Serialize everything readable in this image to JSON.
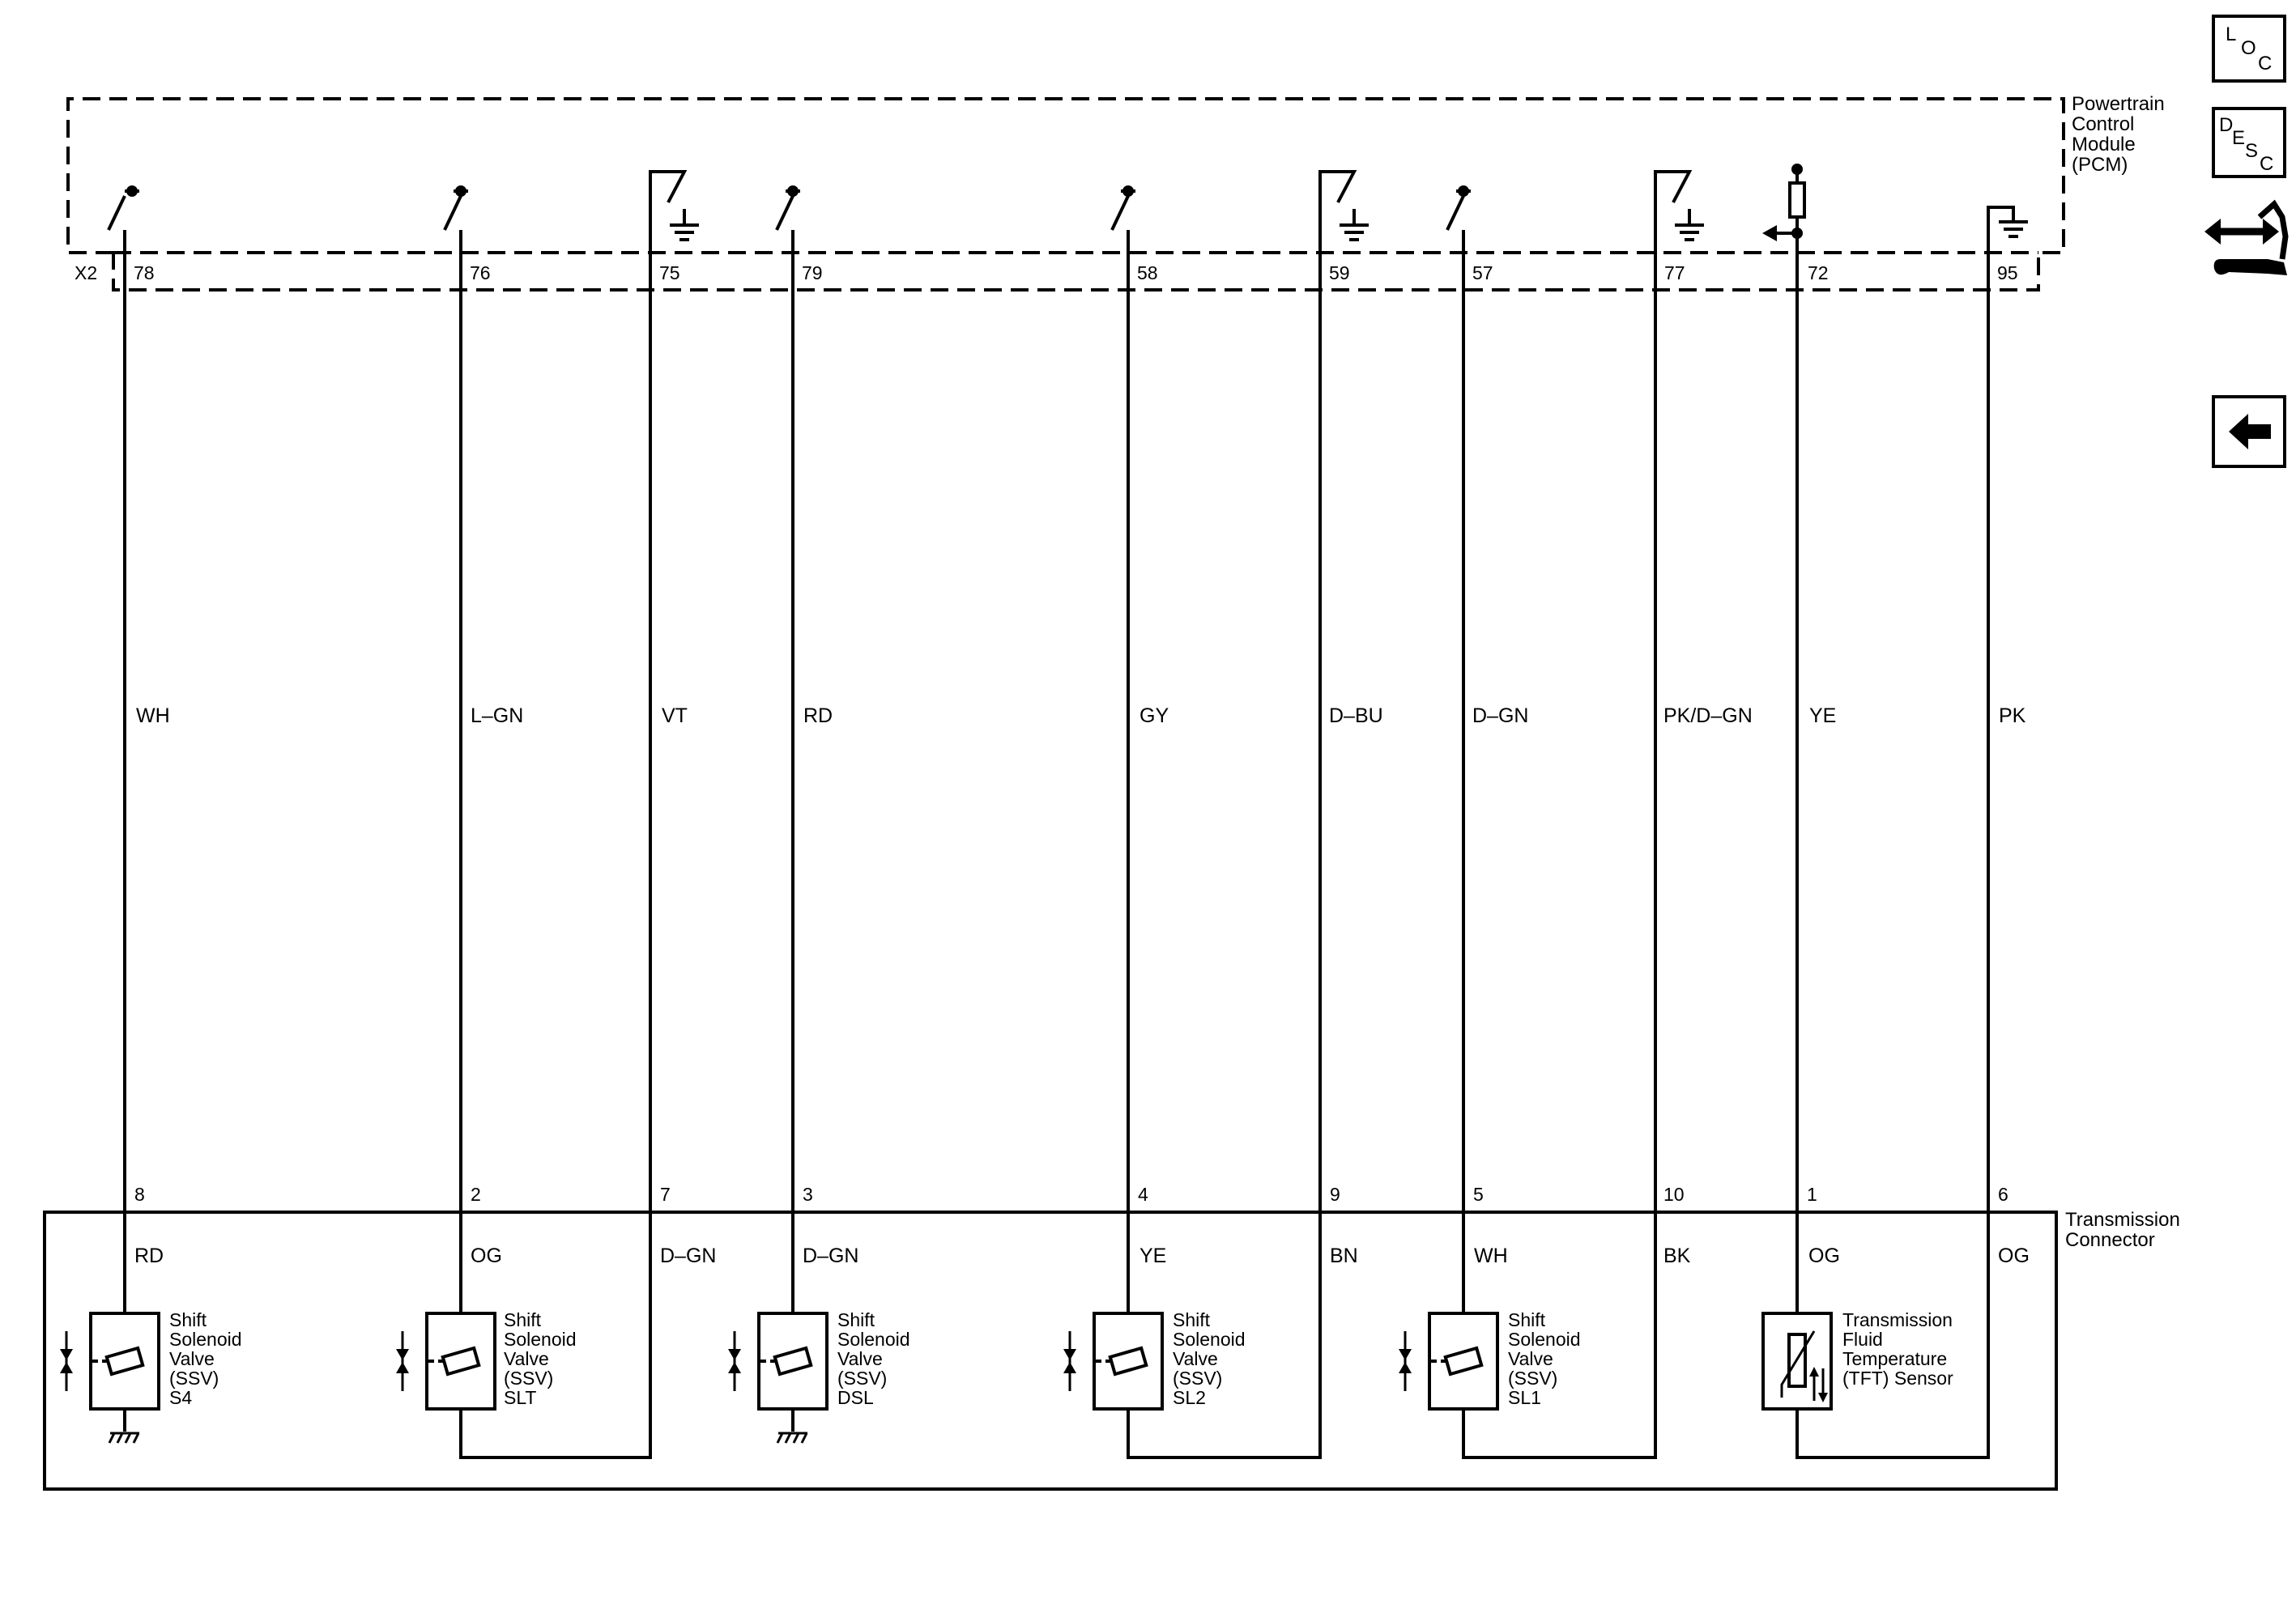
{
  "pcm": {
    "label_lines": [
      "Powertrain",
      "Control",
      "Module",
      "(PCM)"
    ],
    "connector": "X2"
  },
  "transmission_connector": {
    "label_lines": [
      "Transmission",
      "Connector"
    ]
  },
  "circuits": [
    {
      "pcm_pin": "78",
      "wire_color": "WH",
      "trans_pin": "8",
      "trans_color": "RD"
    },
    {
      "pcm_pin": "76",
      "wire_color": "L–GN",
      "trans_pin": "2",
      "trans_color": "OG"
    },
    {
      "pcm_pin": "75",
      "wire_color": "VT",
      "trans_pin": "7",
      "trans_color": "D–GN"
    },
    {
      "pcm_pin": "79",
      "wire_color": "RD",
      "trans_pin": "3",
      "trans_color": "D–GN"
    },
    {
      "pcm_pin": "58",
      "wire_color": "GY",
      "trans_pin": "4",
      "trans_color": "YE"
    },
    {
      "pcm_pin": "59",
      "wire_color": "D–BU",
      "trans_pin": "9",
      "trans_color": "BN"
    },
    {
      "pcm_pin": "57",
      "wire_color": "D–GN",
      "trans_pin": "5",
      "trans_color": "WH"
    },
    {
      "pcm_pin": "77",
      "wire_color": "PK/D–GN",
      "trans_pin": "10",
      "trans_color": "BK"
    },
    {
      "pcm_pin": "72",
      "wire_color": "YE",
      "trans_pin": "1",
      "trans_color": "OG"
    },
    {
      "pcm_pin": "95",
      "wire_color": "PK",
      "trans_pin": "6",
      "trans_color": "OG"
    }
  ],
  "components": [
    {
      "lines": [
        "Shift",
        "Solenoid",
        "Valve",
        "(SSV)",
        "S4"
      ]
    },
    {
      "lines": [
        "Shift",
        "Solenoid",
        "Valve",
        "(SSV)",
        "SLT"
      ]
    },
    {
      "lines": [
        "Shift",
        "Solenoid",
        "Valve",
        "(SSV)",
        "DSL"
      ]
    },
    {
      "lines": [
        "Shift",
        "Solenoid",
        "Valve",
        "(SSV)",
        "SL2"
      ]
    },
    {
      "lines": [
        "Shift",
        "Solenoid",
        "Valve",
        "(SSV)",
        "SL1"
      ]
    },
    {
      "lines": [
        "Transmission",
        "Fluid",
        "Temperature",
        "(TFT) Sensor"
      ]
    }
  ],
  "nav": {
    "loc": {
      "l1": "L",
      "l2": "O",
      "l3": "C",
      "icon": "location-icon"
    },
    "desc": {
      "l1": "D",
      "l2": "E",
      "l3": "S",
      "l4": "C",
      "icon": "description-icon"
    },
    "connector_icon": "connector-repair-icon",
    "back_icon": "back-arrow-icon"
  }
}
